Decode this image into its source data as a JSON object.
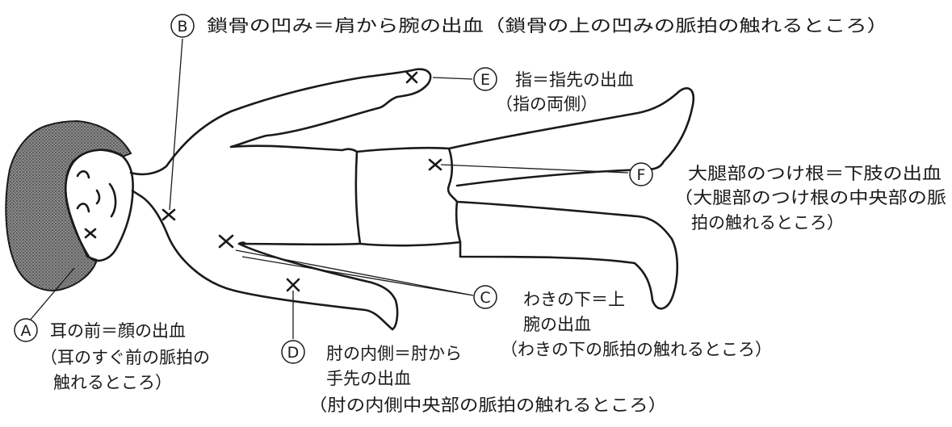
{
  "points": {
    "A": {
      "letter": "A",
      "lines": [
        "耳の前＝顔の出血",
        "（耳のすぐ前の脈拍の",
        "触れるところ）"
      ]
    },
    "B": {
      "letter": "B",
      "lines": [
        "鎖骨の凹み＝肩から腕の出血（鎖骨の上の凹みの脈拍の触れるところ）"
      ]
    },
    "C": {
      "letter": "C",
      "lines": [
        "わきの下＝上",
        "腕の出血",
        "（わきの下の脈拍の触れるところ）"
      ]
    },
    "D": {
      "letter": "D",
      "lines": [
        "肘の内側＝肘から",
        "手先の出血",
        "（肘の内側中央部の脈拍の触れるところ）"
      ]
    },
    "E": {
      "letter": "E",
      "lines": [
        "指＝指先の出血",
        "（指の両側）"
      ]
    },
    "F": {
      "letter": "F",
      "lines": [
        "大腿部のつけ根＝下肢の出血",
        "（大腿部のつけ根の中央部の脈",
        "拍の触れるところ）"
      ]
    }
  },
  "colors": {
    "ink": "#1a1a1a",
    "hair": "#6f6f6f",
    "paper": "#ffffff"
  }
}
